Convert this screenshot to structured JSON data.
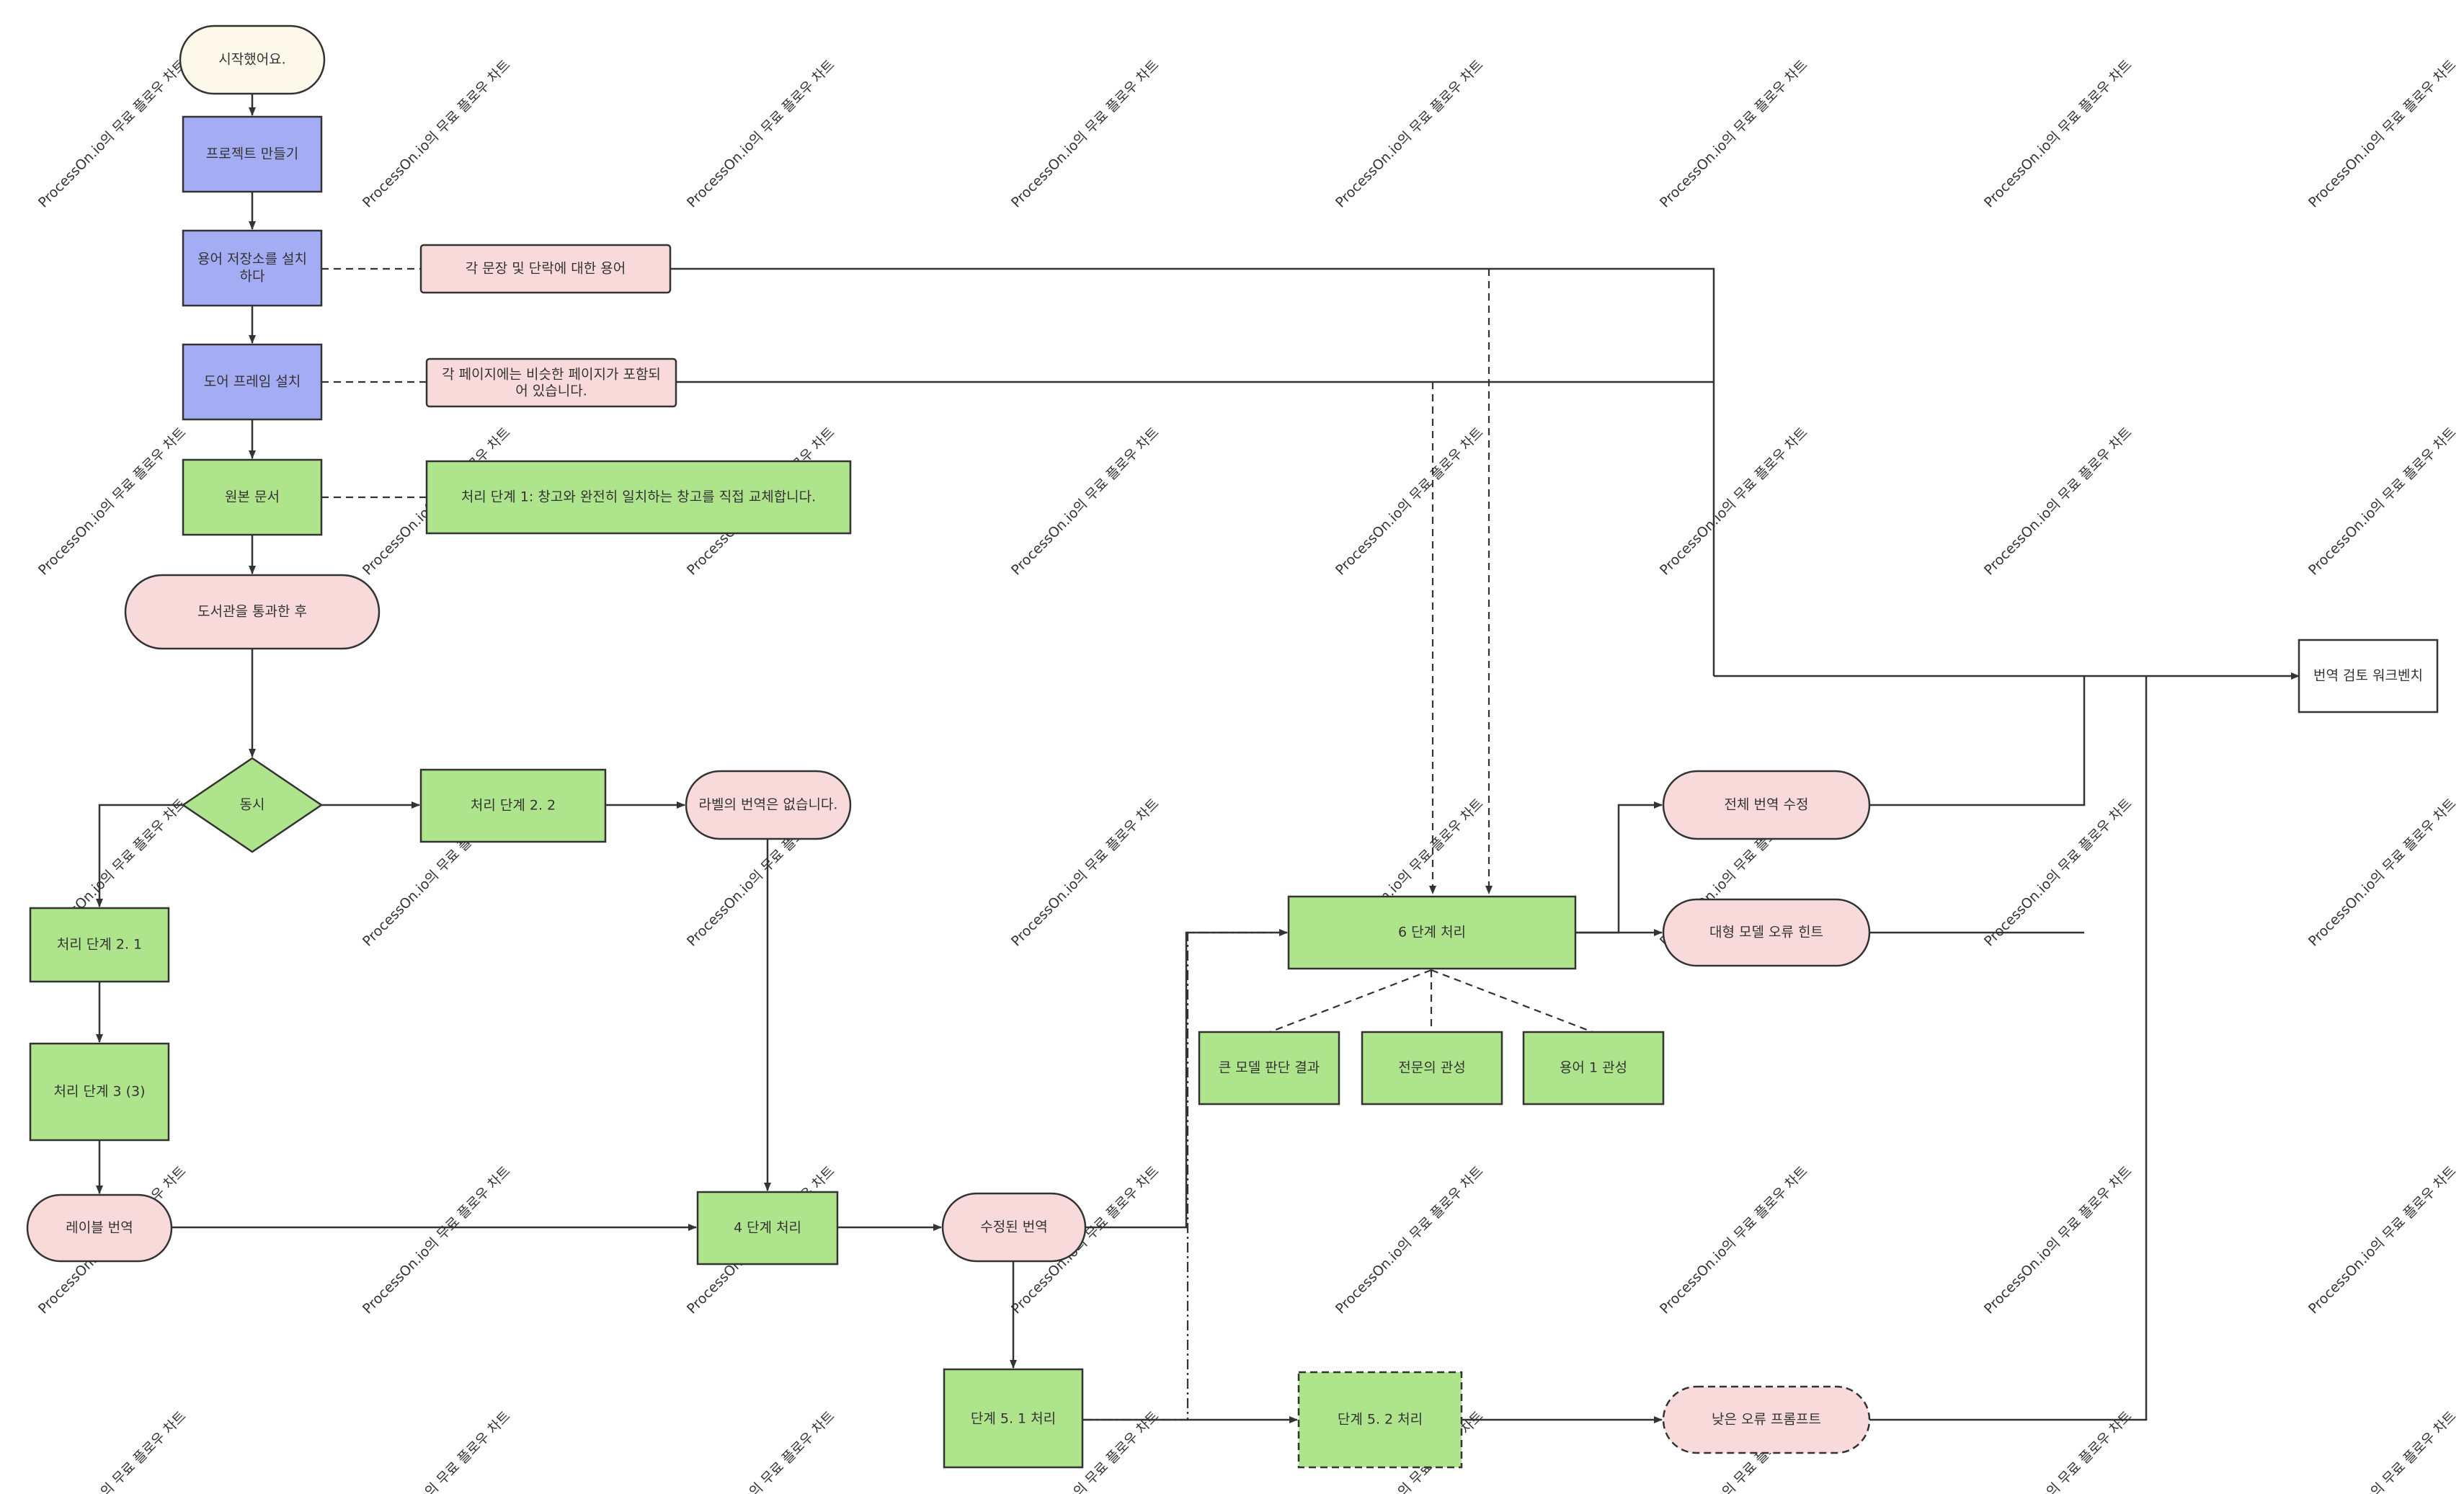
{
  "diagram": {
    "watermark": "ProcessOn.io의 무료 플로우 차트",
    "nodes": {
      "start": "시작했어요.",
      "create_project": "프로젝트 만들기",
      "install_term_store": [
        "용어 저장소를 설치",
        "하다"
      ],
      "install_door_frame": "도어 프레임 설치",
      "original_doc": "원본 문서",
      "after_library": "도서관을 통과한 후",
      "simultaneous": "동시",
      "step_2_1": "처리 단계 2. 1",
      "step_3_3": "처리 단계 3 (3)",
      "label_translation": "레이블 번역",
      "step_2_2": "처리 단계 2. 2",
      "no_label_translation": "라벨의 번역은 없습니다.",
      "step_4": "4 단계 처리",
      "revised_translation": "수정된 번역",
      "step_5_1": "단계 5. 1 처리",
      "step_5_2": "단계 5. 2 처리",
      "low_error_prompt": "낮은 오류 프롬프트",
      "step_6": "6 단계 처리",
      "large_model_result": "큰 모델 판단 결과",
      "expert_consistency": "전문의 관성",
      "term_consistency": "용어 1 관성",
      "full_translation_fix": "전체 번역 수정",
      "large_model_error_hint": "대형 모델 오류 힌트",
      "review_workbench": "번역 검토 워크벤치"
    },
    "notes": {
      "term_per_sentence": "각 문장 및 단락에 대한 용어",
      "similar_pages": [
        "각 페이지에는 비슷한 페이지가 포함되",
        "어 있습니다."
      ],
      "step_1": "처리 단계 1: 창고와 완전히 일치하는 창고를 직접 교체합니다."
    },
    "colors": {
      "blue_fill": "#a4acf4",
      "green_fill": "#aee48c",
      "pink_fill": "#f9dada",
      "cream_fill": "#fdf9ea",
      "stroke": "#333333"
    }
  }
}
